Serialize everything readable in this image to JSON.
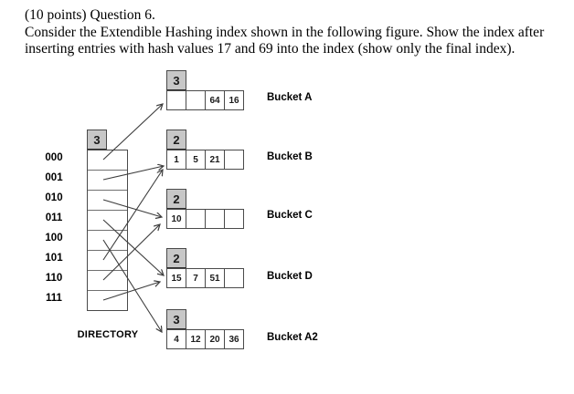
{
  "question": {
    "line1": "(10 points) Question 6.",
    "line2": "Consider the Extendible Hashing index shown in the following figure. Show the index after",
    "line3": "inserting entries with hash values 17 and 69 into the index (show only the final index)."
  },
  "figure": {
    "directory": {
      "global_depth": "3",
      "caption": "DIRECTORY",
      "entries": [
        "000",
        "001",
        "010",
        "011",
        "100",
        "101",
        "110",
        "111"
      ]
    },
    "buckets": [
      {
        "id": "A",
        "name": "Bucket A",
        "local_depth": "3",
        "cells": [
          "",
          "",
          "64",
          "16"
        ]
      },
      {
        "id": "B",
        "name": "Bucket B",
        "local_depth": "2",
        "cells": [
          "1",
          "5",
          "21",
          ""
        ]
      },
      {
        "id": "C",
        "name": "Bucket C",
        "local_depth": "2",
        "cells": [
          "10",
          "",
          "",
          ""
        ]
      },
      {
        "id": "D",
        "name": "Bucket D",
        "local_depth": "2",
        "cells": [
          "15",
          "7",
          "51",
          ""
        ]
      },
      {
        "id": "A2",
        "name": "Bucket A2",
        "local_depth": "3",
        "cells": [
          "4",
          "12",
          "20",
          "36"
        ]
      }
    ],
    "arrows": [
      {
        "from": "000",
        "to": "A"
      },
      {
        "from": "001",
        "to": "B"
      },
      {
        "from": "010",
        "to": "C"
      },
      {
        "from": "011",
        "to": "D"
      },
      {
        "from": "100",
        "to": "A2"
      },
      {
        "from": "101",
        "to": "B"
      },
      {
        "from": "110",
        "to": "C"
      },
      {
        "from": "111",
        "to": "D"
      }
    ],
    "colors": {
      "box_fill_grey": "#c7c7c7",
      "line": "#3d3d3d"
    }
  }
}
